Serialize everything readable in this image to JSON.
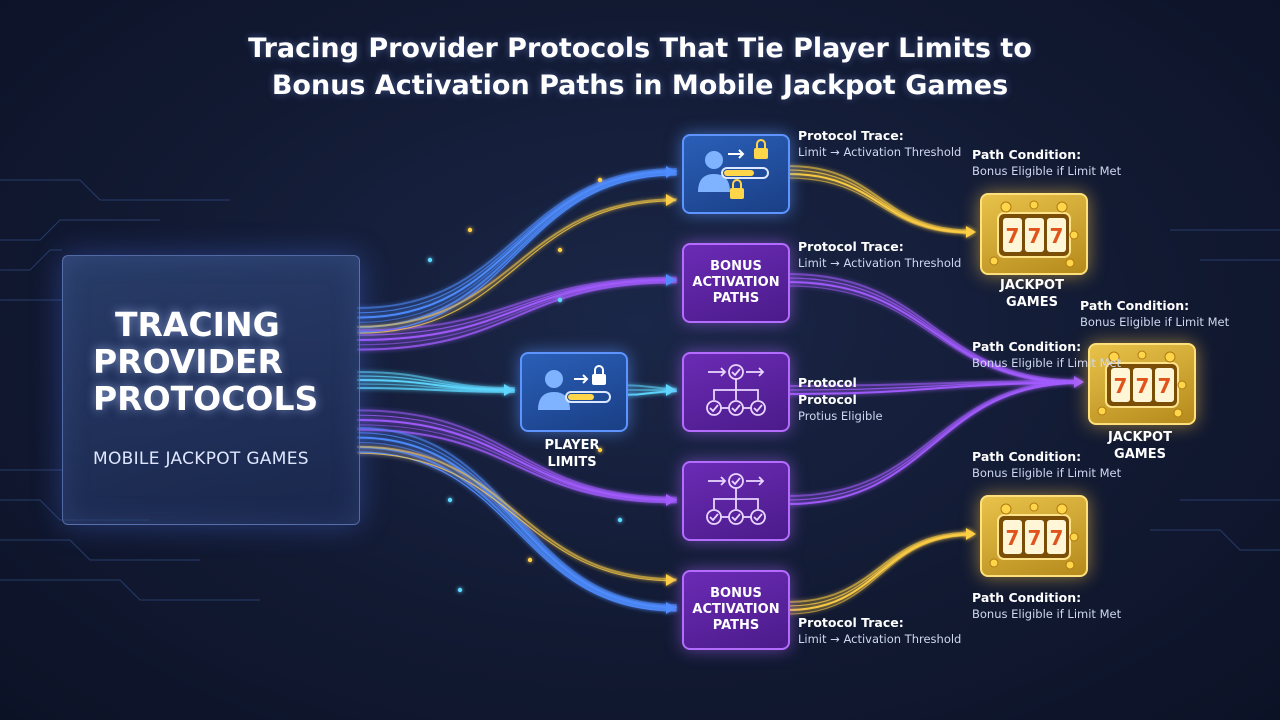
{
  "title": {
    "line1": "Tracing Provider Protocols That Tie Player Limits to",
    "line2": "Bonus Activation Paths in Mobile Jackpot Games"
  },
  "main_panel": {
    "title_lines": [
      "TRACING",
      "PROVIDER",
      "PROTOCOLS"
    ],
    "subtitle": "MOBILE JACKPOT GAMES"
  },
  "player_limits": {
    "icon": "user-lock-icon",
    "caption_lines": [
      "PLAYER",
      "LIMITS"
    ]
  },
  "nodes": {
    "limit_lock": {
      "icon": "user-progress-lock-icon"
    },
    "bonus_paths_1": {
      "lines": [
        "BONUS",
        "ACTIVATION",
        "PATHS"
      ]
    },
    "flow_1": {
      "icon": "flow-tree-icon"
    },
    "flow_2": {
      "icon": "flow-tree-icon"
    },
    "bonus_paths_2": {
      "lines": [
        "BONUS",
        "ACTIVATION",
        "PATHS"
      ]
    }
  },
  "jackpots": [
    {
      "icon": "slot-777-icon",
      "caption_lines": [
        "JACKPOT",
        "GAMES"
      ]
    },
    {
      "icon": "slot-777-icon",
      "caption_lines": [
        "JACKPOT",
        "GAMES"
      ]
    },
    {
      "icon": "slot-777-icon"
    }
  ],
  "labels": {
    "protocol_trace_1": {
      "heading": "Protocol Trace:",
      "text": "Limit → Activation Threshold"
    },
    "protocol_trace_2": {
      "heading": "Protocol Trace:",
      "text": "Limit → Activation Threshold"
    },
    "protocol_middle": {
      "line1": "Protocol",
      "line2": "Protocol",
      "line3": "Protius Eligible"
    },
    "protocol_trace_3": {
      "heading": "Protocol Trace:",
      "text": "Limit → Activation Threshold"
    },
    "path_condition_1": {
      "heading": "Path Condition:",
      "text": "Bonus Eligible if Limit Met"
    },
    "path_condition_2": {
      "heading": "Path Condition:",
      "text": "Bonus Eligible if Limit Met"
    },
    "path_condition_3": {
      "heading": "Path Condition:",
      "text": "Bonus Eligible if Limit Met"
    },
    "path_condition_4": {
      "heading": "Path Condition:",
      "text": "Bonus Eligible if Limit Met"
    },
    "path_condition_5": {
      "heading": "Path Condition:",
      "text": "Bonus Eligible if Limit Met"
    }
  },
  "colors": {
    "background": "#121a33",
    "blue_flow": "#4f8dff",
    "purple_flow": "#a35cff",
    "gold_flow": "#ffcf45",
    "cyan_flow": "#5fd8ff"
  }
}
